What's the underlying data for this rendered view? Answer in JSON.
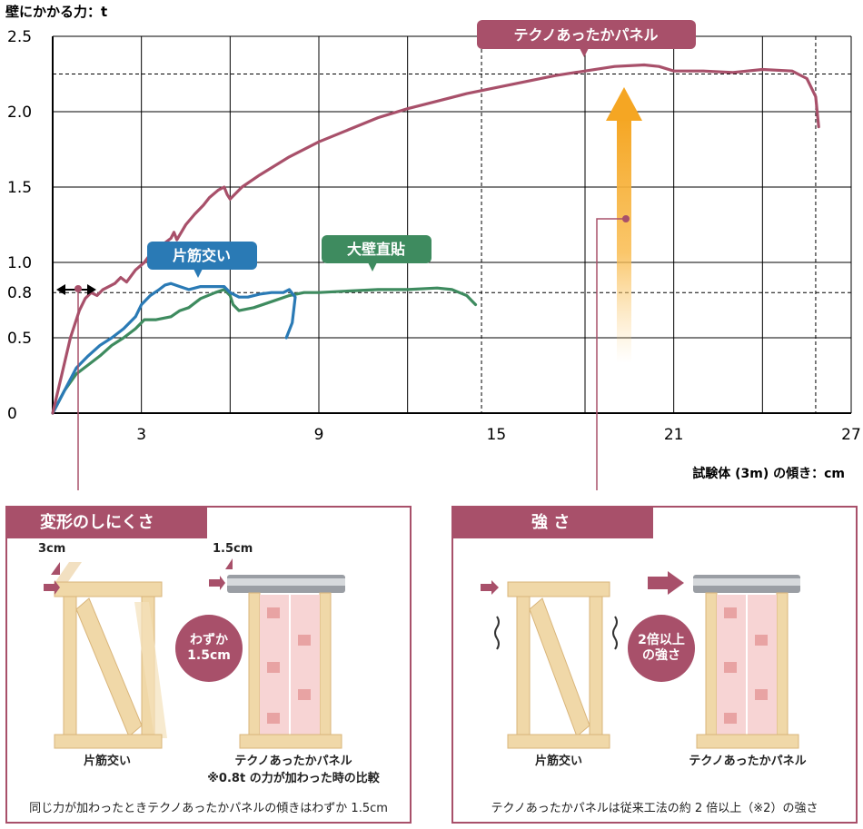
{
  "chart_data": {
    "type": "line",
    "ylabel": "壁にかかる力：t",
    "xlabel": "試験体 (3m) の傾き：cm",
    "y_ticks": [
      "0",
      "0.5",
      "0.8",
      "1.0",
      "1.5",
      "2.0",
      "2.5"
    ],
    "x_ticks": [
      "3",
      "9",
      "15",
      "21",
      "27"
    ],
    "xlim": [
      0,
      27
    ],
    "ylim": [
      0,
      2.5
    ],
    "reference_lines": {
      "y": [
        0.8,
        2.25
      ],
      "x": [
        14.5,
        25.8
      ]
    },
    "series": [
      {
        "name": "テクノあったかパネル",
        "color": "#a8506a",
        "points": [
          [
            0,
            0
          ],
          [
            0.3,
            0.25
          ],
          [
            0.6,
            0.5
          ],
          [
            0.9,
            0.68
          ],
          [
            1.1,
            0.76
          ],
          [
            1.3,
            0.8
          ],
          [
            1.5,
            0.78
          ],
          [
            1.7,
            0.82
          ],
          [
            1.9,
            0.84
          ],
          [
            2.1,
            0.86
          ],
          [
            2.3,
            0.9
          ],
          [
            2.5,
            0.87
          ],
          [
            2.8,
            0.95
          ],
          [
            3.1,
            1.0
          ],
          [
            3.4,
            1.08
          ],
          [
            3.6,
            1.12
          ],
          [
            3.8,
            1.13
          ],
          [
            4.0,
            1.16
          ],
          [
            4.1,
            1.2
          ],
          [
            4.2,
            1.15
          ],
          [
            4.5,
            1.25
          ],
          [
            4.8,
            1.32
          ],
          [
            5.1,
            1.38
          ],
          [
            5.3,
            1.43
          ],
          [
            5.6,
            1.48
          ],
          [
            5.8,
            1.5
          ],
          [
            5.9,
            1.45
          ],
          [
            6.0,
            1.42
          ],
          [
            6.4,
            1.5
          ],
          [
            7.0,
            1.58
          ],
          [
            8.0,
            1.7
          ],
          [
            9.0,
            1.8
          ],
          [
            10.0,
            1.88
          ],
          [
            11.0,
            1.96
          ],
          [
            12.0,
            2.02
          ],
          [
            13.0,
            2.07
          ],
          [
            14.0,
            2.12
          ],
          [
            15.0,
            2.16
          ],
          [
            16.0,
            2.2
          ],
          [
            17.0,
            2.24
          ],
          [
            18.0,
            2.27
          ],
          [
            19.0,
            2.3
          ],
          [
            20.0,
            2.31
          ],
          [
            20.5,
            2.3
          ],
          [
            21.0,
            2.27
          ],
          [
            21.5,
            2.27
          ],
          [
            22.0,
            2.27
          ],
          [
            23.0,
            2.26
          ],
          [
            24.0,
            2.28
          ],
          [
            25.0,
            2.27
          ],
          [
            25.5,
            2.22
          ],
          [
            25.8,
            2.1
          ],
          [
            25.9,
            1.9
          ]
        ]
      },
      {
        "name": "片筋交い",
        "color": "#2a7ab5",
        "points": [
          [
            0,
            0
          ],
          [
            0.4,
            0.15
          ],
          [
            0.8,
            0.3
          ],
          [
            1.2,
            0.38
          ],
          [
            1.6,
            0.45
          ],
          [
            2.0,
            0.5
          ],
          [
            2.4,
            0.56
          ],
          [
            2.8,
            0.64
          ],
          [
            3.0,
            0.72
          ],
          [
            3.3,
            0.78
          ],
          [
            3.6,
            0.82
          ],
          [
            3.8,
            0.85
          ],
          [
            4.0,
            0.86
          ],
          [
            4.3,
            0.84
          ],
          [
            4.6,
            0.82
          ],
          [
            5.0,
            0.84
          ],
          [
            5.5,
            0.84
          ],
          [
            5.8,
            0.84
          ],
          [
            6.0,
            0.8
          ],
          [
            6.3,
            0.77
          ],
          [
            6.6,
            0.77
          ],
          [
            7.0,
            0.79
          ],
          [
            7.4,
            0.8
          ],
          [
            7.8,
            0.8
          ],
          [
            8.0,
            0.82
          ],
          [
            8.2,
            0.77
          ],
          [
            8.1,
            0.6
          ],
          [
            7.9,
            0.5
          ]
        ]
      },
      {
        "name": "大壁直貼",
        "color": "#3e8b5f",
        "points": [
          [
            0,
            0
          ],
          [
            0.4,
            0.15
          ],
          [
            0.8,
            0.26
          ],
          [
            1.2,
            0.32
          ],
          [
            1.6,
            0.38
          ],
          [
            2.0,
            0.45
          ],
          [
            2.4,
            0.5
          ],
          [
            2.8,
            0.56
          ],
          [
            3.1,
            0.62
          ],
          [
            3.5,
            0.62
          ],
          [
            4.0,
            0.64
          ],
          [
            4.3,
            0.68
          ],
          [
            4.6,
            0.7
          ],
          [
            5.0,
            0.76
          ],
          [
            5.5,
            0.8
          ],
          [
            5.8,
            0.82
          ],
          [
            6.0,
            0.78
          ],
          [
            6.1,
            0.72
          ],
          [
            6.3,
            0.68
          ],
          [
            6.8,
            0.7
          ],
          [
            7.4,
            0.74
          ],
          [
            8.0,
            0.78
          ],
          [
            8.5,
            0.8
          ],
          [
            9.0,
            0.8
          ],
          [
            10.0,
            0.81
          ],
          [
            11.0,
            0.82
          ],
          [
            12.0,
            0.82
          ],
          [
            13.0,
            0.83
          ],
          [
            13.5,
            0.82
          ],
          [
            14.0,
            0.78
          ],
          [
            14.2,
            0.74
          ],
          [
            14.3,
            0.72
          ]
        ]
      }
    ]
  },
  "labels": {
    "techno": "テクノあったかパネル",
    "brace": "片筋交い",
    "wall": "大壁直貼"
  },
  "panel_left": {
    "title": "変形のしにくさ",
    "offset_a": "3cm",
    "offset_b": "1.5cm",
    "badge_line1": "わずか",
    "badge_line2": "1.5cm",
    "caption_a": "片筋交い",
    "caption_b1": "テクノあったかパネル",
    "caption_b2": "※0.8t の力が加わった時の比較",
    "footer": "同じ力が加わったときテクノあったかパネルの傾きはわずか 1.5cm"
  },
  "panel_right": {
    "title": "強 さ",
    "badge_line1": "2倍以上",
    "badge_line2": "の強さ",
    "caption_a": "片筋交い",
    "caption_b": "テクノあったかパネル",
    "footer": "テクノあったかパネルは従来工法の約 2 倍以上（※2）の強さ"
  }
}
